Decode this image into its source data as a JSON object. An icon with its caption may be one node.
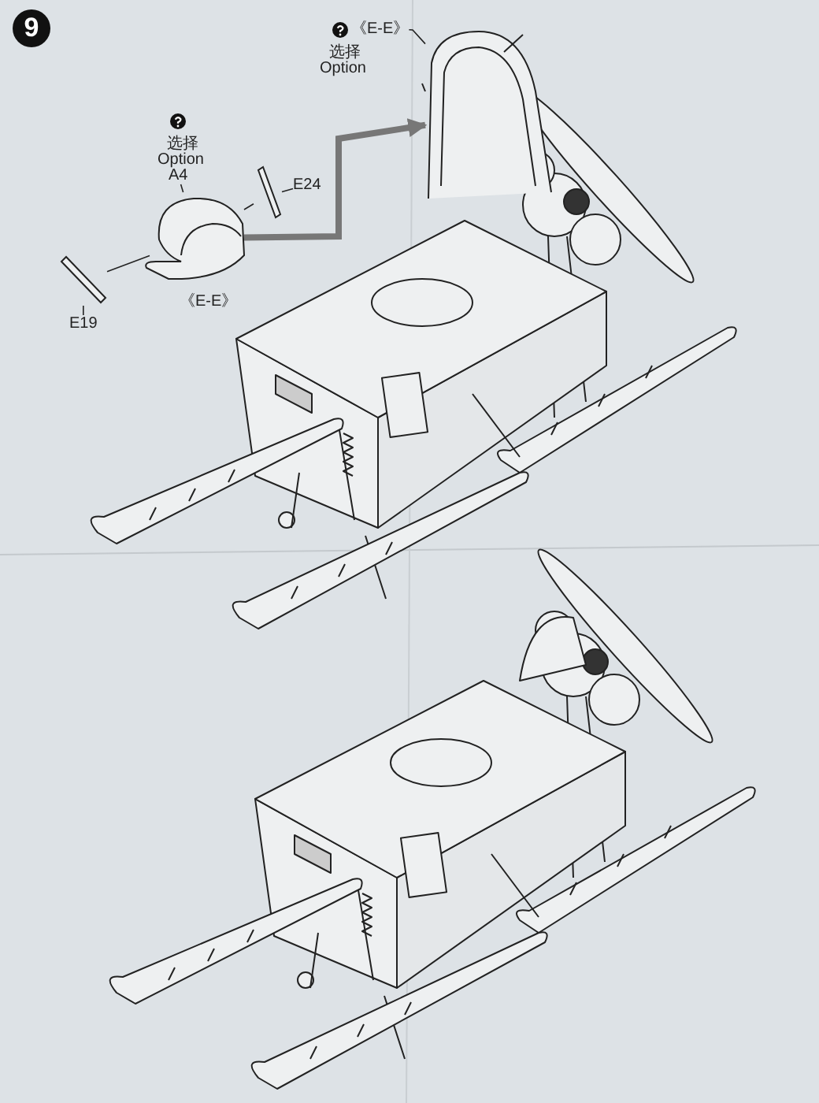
{
  "diagram": {
    "nodes": [
      {
        "text": [
          "《E-E》"
        ]
      },
      {
        "text": [],
        "shape": "picture"
      },
      {
        "text": [
          "A4"
        ]
      },
      {
        "text": [],
        "shape": "picture",
        "beside": [
          "《E-E》"
        ]
      },
      {
        "text": [
          "E24"
        ]
      },
      {
        "text": [],
        "shape": "picture"
      },
      {
        "text": [
          "E19"
        ]
      },
      {
        "text": [],
        "shape": "picture"
      }
    ],
    "edges": [
      {
        "from": 0,
        "to": 1,
        "arrow": "none"
      },
      {
        "from": 2,
        "to": 3,
        "arrow": "none"
      },
      {
        "from": 4,
        "to": 5,
        "arrow": "none"
      },
      {
        "from": 6,
        "to": 7,
        "arrow": "none"
      },
      {
        "from": 5,
        "to": 3,
        "arrow": "none"
      },
      {
        "from": 7,
        "to": 3,
        "arrow": "none"
      },
      {
        "from": 3,
        "to": 1,
        "arrow": "to",
        "style": "thick",
        "color": "#777777"
      }
    ],
    "labels": [
      "9",
      "选择",
      "Option",
      "选择",
      "Option"
    ]
  }
}
